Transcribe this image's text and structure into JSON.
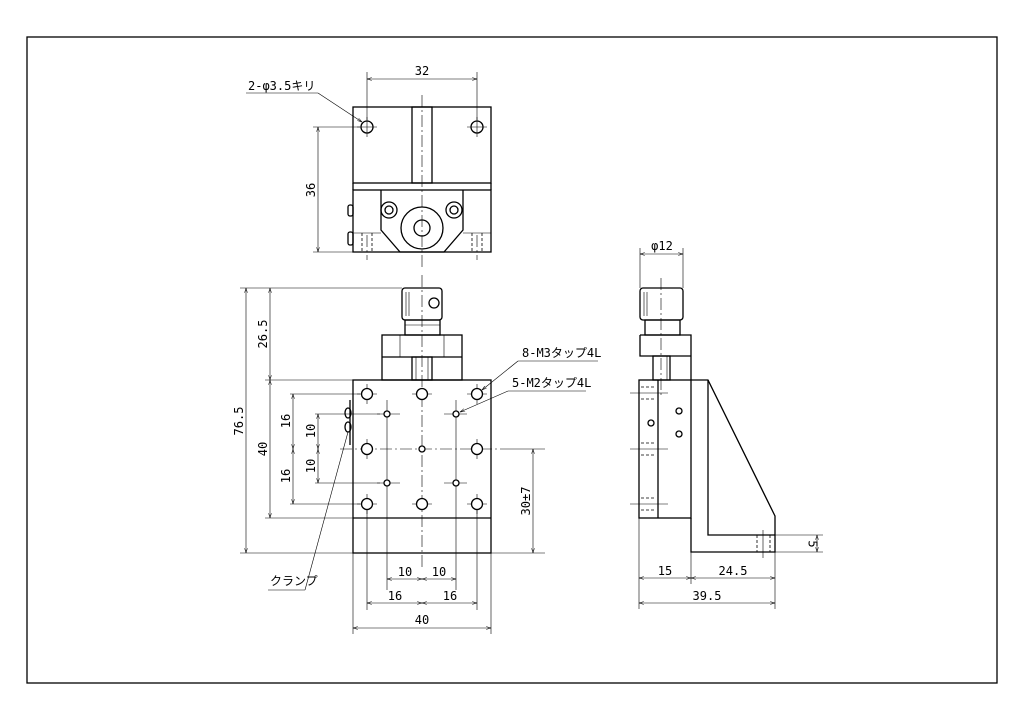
{
  "drawing": {
    "top_view": {
      "dim_width": "32",
      "dim_height": "36",
      "hole_note": "2-φ3.5キリ"
    },
    "front_view": {
      "dim_total_height": "76.5",
      "dim_knob_height": "26.5",
      "dim_table_height": "40",
      "dim_v16_upper": "16",
      "dim_v16_lower": "16",
      "dim_v10_upper": "10",
      "dim_v10_lower": "10",
      "dim_stroke": "30±7",
      "dim_h10_left": "10",
      "dim_h10_right": "10",
      "dim_h16_left": "16",
      "dim_h16_right": "16",
      "dim_width": "40",
      "note_m3": "8-M3タップ4L",
      "note_m2": "5-M2タップ4L",
      "note_clamp": "クランプ"
    },
    "side_view": {
      "dim_knob_dia": "φ12",
      "dim_stage_depth": "15",
      "dim_bracket_depth": "24.5",
      "dim_total_depth": "39.5",
      "dim_base_thickness": "5"
    }
  }
}
